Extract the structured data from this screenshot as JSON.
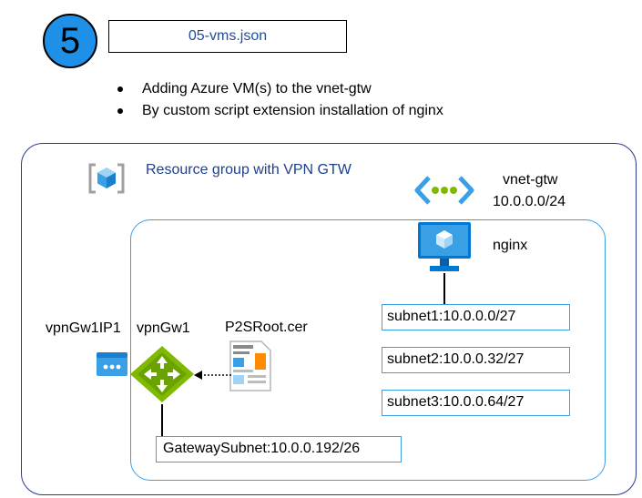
{
  "step": {
    "number": "5",
    "file": "05-vms.json"
  },
  "bullets": [
    "Adding Azure VM(s) to the vnet-gtw",
    "By custom script extension installation of nginx"
  ],
  "resource_group": {
    "title": "Resource group with VPN GTW",
    "icon": "resource-group-cube-icon"
  },
  "vnet": {
    "name": "vnet-gtw",
    "cidr": "10.0.0.0/24",
    "icon": "vnet-chevron-dots-icon"
  },
  "vm": {
    "name": "nginx",
    "icon": "virtual-machine-monitor-icon"
  },
  "subnets": [
    "subnet1:10.0.0.0/27",
    "subnet2:10.0.0.32/27",
    "subnet3:10.0.0.64/27"
  ],
  "gateway_subnet": "GatewaySubnet:10.0.0.192/26",
  "public_ip": {
    "name": "vpnGw1IP1",
    "icon": "public-ip-icon"
  },
  "vpn_gateway": {
    "name": "vpnGw1",
    "icon": "vpn-gateway-diamond-icon"
  },
  "certificate": {
    "name": "P2SRoot.cer",
    "icon": "certificate-document-icon"
  },
  "colors": {
    "step_circle": "#1e90e8",
    "title_text": "#1f4e9c",
    "outer_border": "#2b3a8f",
    "inner_border": "#3aa0e6",
    "gateway_green": "#7fba00",
    "vm_blue": "#0078d4"
  }
}
